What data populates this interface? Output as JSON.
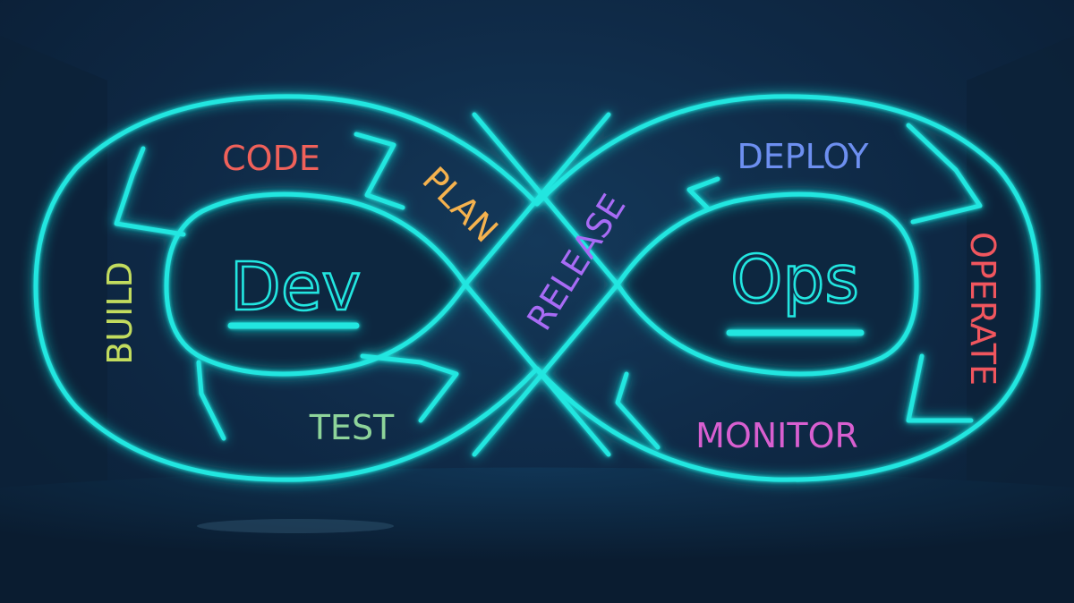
{
  "diagram": {
    "hubs": {
      "left": "Dev",
      "right": "Ops"
    },
    "phases": [
      {
        "id": "code",
        "label": "CODE",
        "color": "#f0615a"
      },
      {
        "id": "plan",
        "label": "PLAN",
        "color": "#f5b24e"
      },
      {
        "id": "release",
        "label": "RELEASE",
        "color": "#a86bf5"
      },
      {
        "id": "deploy",
        "label": "DEPLOY",
        "color": "#6d8ff0"
      },
      {
        "id": "operate",
        "label": "OPERATE",
        "color": "#f0565e"
      },
      {
        "id": "monitor",
        "label": "MONITOR",
        "color": "#d85fd0"
      },
      {
        "id": "test",
        "label": "TEST",
        "color": "#8ed49a"
      },
      {
        "id": "build",
        "label": "BUILD",
        "color": "#c2dc5e"
      }
    ],
    "colors": {
      "background": "#0f2a47",
      "loop": "#22e6e0"
    }
  }
}
